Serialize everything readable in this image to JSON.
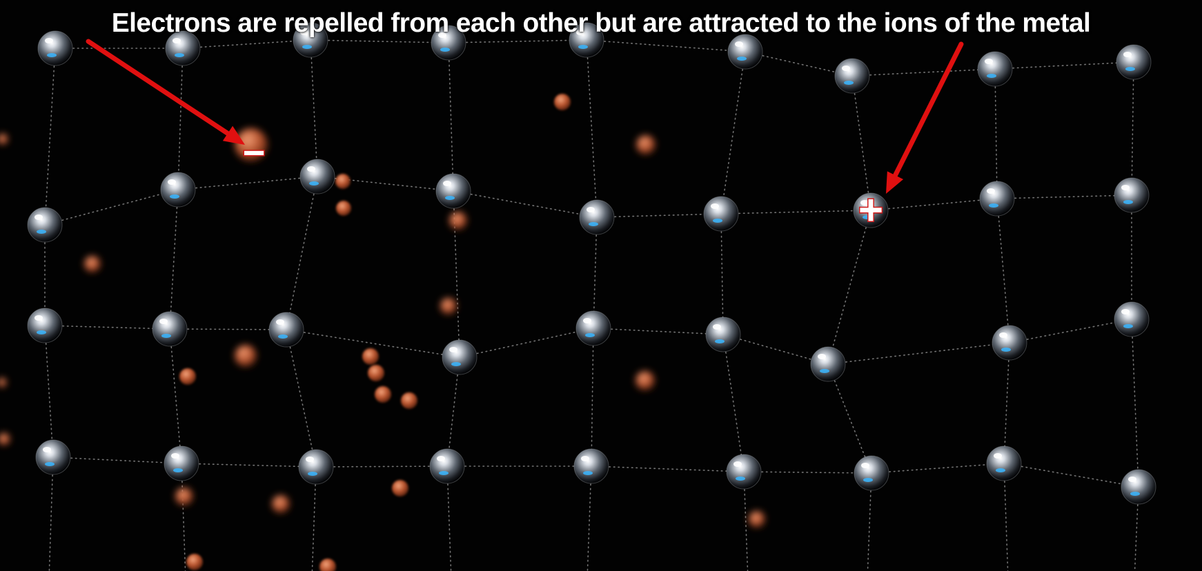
{
  "caption": "Electrons are repelled from each other but are attracted to the ions of the metal",
  "symbols": {
    "electron_label": "−",
    "ion_label": "+"
  },
  "colors": {
    "background": "#020202",
    "arrow": "#e01010",
    "bond": "#9a9a9a",
    "electron": "#b8542e",
    "symbol_fill": "#ffffff",
    "symbol_outline": "#d01818"
  },
  "lattice": {
    "rows": 4,
    "columns": 9,
    "description": "metal cation lattice with delocalised electrons"
  }
}
